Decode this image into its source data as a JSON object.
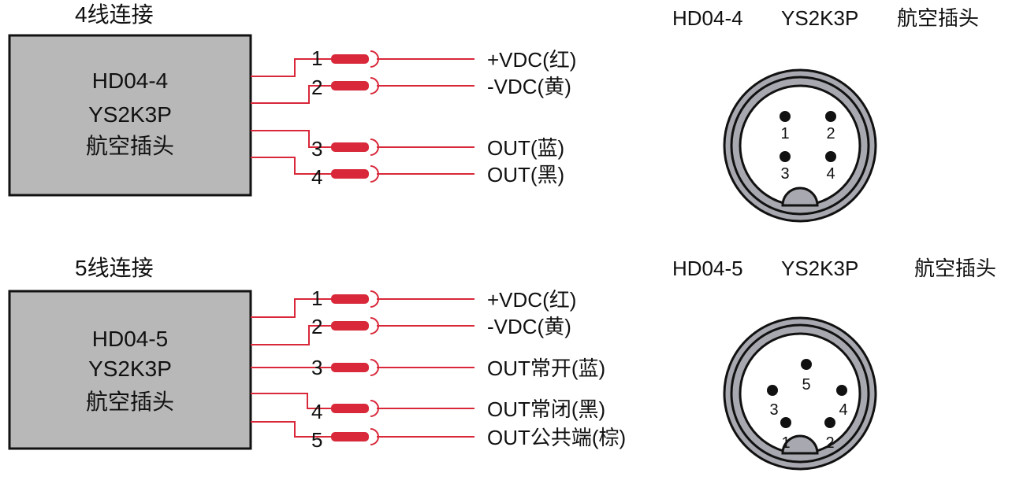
{
  "colors": {
    "wire": "#d8283a",
    "box": "#b8b8b8",
    "ring": "#a8a8b0"
  },
  "sections": [
    {
      "title": "4线连接",
      "box_lines": [
        "HD04-4",
        "YS2K3P",
        "航空插头"
      ],
      "pins": [
        {
          "num": "1",
          "label": "+VDC(红)"
        },
        {
          "num": "2",
          "label": "-VDC(黄)"
        },
        {
          "num": "3",
          "label": "OUT(蓝)"
        },
        {
          "num": "4",
          "label": "OUT(黑)"
        }
      ],
      "connector": {
        "model": "HD04-4",
        "type": "YS2K3P",
        "name": "航空插头",
        "pin_labels": [
          "1",
          "2",
          "3",
          "4"
        ]
      }
    },
    {
      "title": "5线连接",
      "box_lines": [
        "HD04-5",
        "YS2K3P",
        "航空插头"
      ],
      "pins": [
        {
          "num": "1",
          "label": "+VDC(红)"
        },
        {
          "num": "2",
          "label": "-VDC(黄)"
        },
        {
          "num": "3",
          "label": "OUT常开(蓝)"
        },
        {
          "num": "4",
          "label": "OUT常闭(黑)"
        },
        {
          "num": "5",
          "label": "OUT公共端(棕)"
        }
      ],
      "connector": {
        "model": "HD04-5",
        "type": "YS2K3P",
        "name": "航空插头",
        "pin_labels": [
          "5",
          "3",
          "4",
          "1",
          "2"
        ]
      }
    }
  ]
}
